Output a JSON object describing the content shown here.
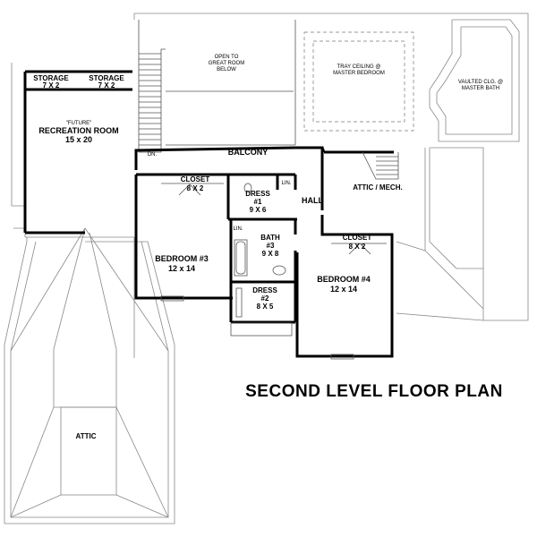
{
  "title": "SECOND LEVEL FLOOR PLAN",
  "rooms": {
    "storage_left": {
      "name": "STORAGE",
      "size": "7 X 2"
    },
    "storage_right": {
      "name": "STORAGE",
      "size": "7 X 2"
    },
    "recreation": {
      "tag": "\"FUTURE\"",
      "name": "RECREATION ROOM",
      "size": "15 x 20"
    },
    "open_to": {
      "line1": "OPEN TO",
      "line2": "GREAT ROOM",
      "line3": "BELOW"
    },
    "tray": {
      "line1": "TRAY CEILING @",
      "line2": "MASTER BEDROOM"
    },
    "vaulted": {
      "line1": "VAULTED CLG. @",
      "line2": "MASTER BATH"
    },
    "balcony": {
      "name": "BALCONY"
    },
    "dn": {
      "name": "DN."
    },
    "closet3": {
      "name": "CLOSET",
      "size": "8 X 2"
    },
    "dress1": {
      "name": "DRESS",
      "num": "#1",
      "size": "9 X 6"
    },
    "lin_top": {
      "name": "LIN."
    },
    "hall": {
      "name": "HALL"
    },
    "attic_mech": {
      "name": "ATTIC / MECH."
    },
    "lin_bath": {
      "name": "LIN."
    },
    "bath3": {
      "name": "BATH",
      "num": "#3",
      "size": "9 X 8"
    },
    "closet4": {
      "name": "CLOSET",
      "size": "8 X 2"
    },
    "bedroom3": {
      "name": "BEDROOM #3",
      "size": "12 x 14"
    },
    "dress2": {
      "name": "DRESS",
      "num": "#2",
      "size": "8 X 5"
    },
    "bedroom4": {
      "name": "BEDROOM #4",
      "size": "12 x 14"
    },
    "attic": {
      "name": "ATTIC"
    }
  }
}
